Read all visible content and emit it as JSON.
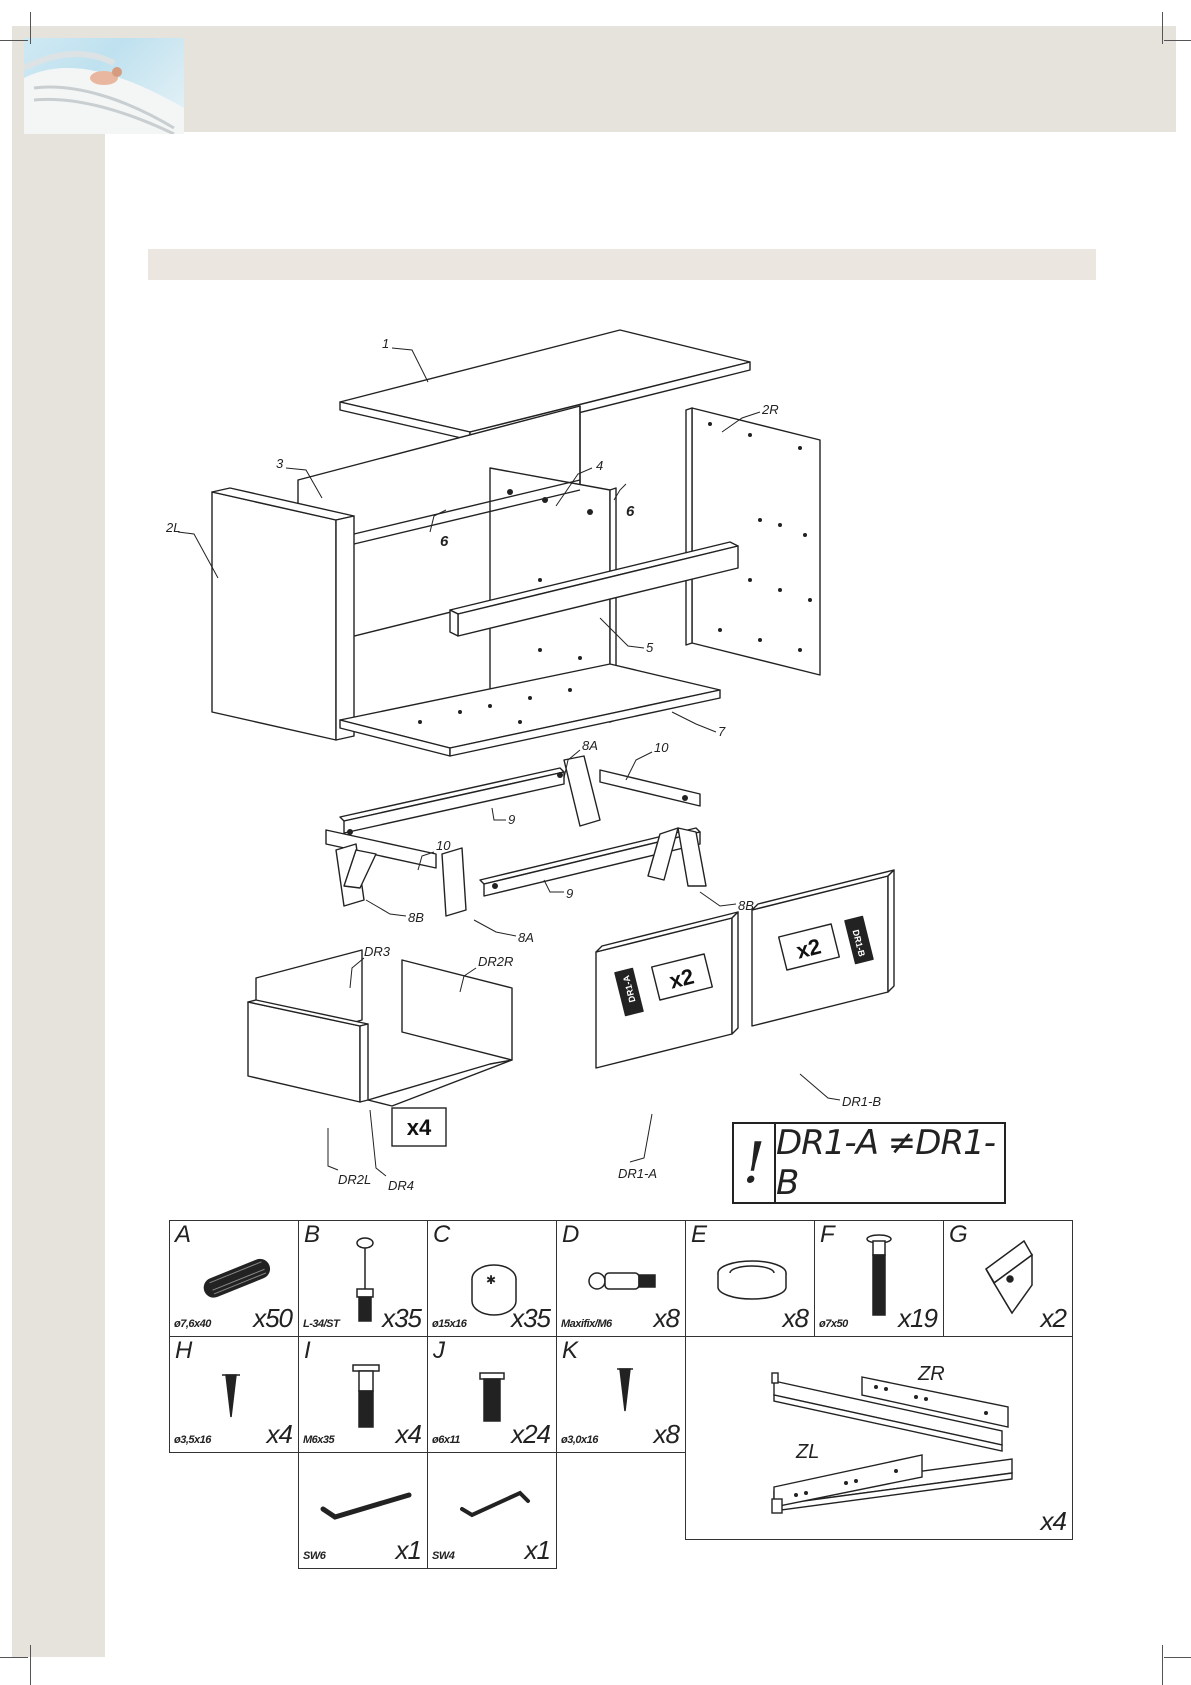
{
  "assembly": {
    "part_labels": [
      "1",
      "2R",
      "3",
      "4",
      "6",
      "6",
      "2L",
      "5",
      "7",
      "8A",
      "10",
      "9",
      "10",
      "8B",
      "9",
      "8B",
      "8A",
      "DR3",
      "DR2R",
      "DR2L",
      "DR4",
      "DR1-A",
      "DR1-B"
    ],
    "badges": [
      "x4",
      "x2",
      "x2"
    ],
    "panel_tags": [
      "DR1-A",
      "DR1-B"
    ]
  },
  "warning": {
    "mark": "!",
    "text": "DR1-A ≠DR1-B"
  },
  "hardware": [
    {
      "letter": "A",
      "spec": "ø7,6x40",
      "qty": "x50",
      "icon": "dowel-icon"
    },
    {
      "letter": "B",
      "spec": "L-34/ST",
      "qty": "x35",
      "icon": "connector-bolt-icon"
    },
    {
      "letter": "C",
      "spec": "ø15x16",
      "qty": "x35",
      "icon": "cam-lock-icon"
    },
    {
      "letter": "D",
      "spec": "Maxifix/M6",
      "qty": "x8",
      "icon": "maxifix-connector-icon"
    },
    {
      "letter": "E",
      "spec": "",
      "qty": "x8",
      "icon": "glide-icon"
    },
    {
      "letter": "F",
      "spec": "ø7x50",
      "qty": "x19",
      "icon": "confirmat-screw-icon"
    },
    {
      "letter": "G",
      "spec": "",
      "qty": "x2",
      "icon": "angle-bracket-icon"
    },
    {
      "letter": "H",
      "spec": "ø3,5x16",
      "qty": "x4",
      "icon": "wood-screw-icon"
    },
    {
      "letter": "I",
      "spec": "M6x35",
      "qty": "x4",
      "icon": "bolt-icon"
    },
    {
      "letter": "J",
      "spec": "ø6x11",
      "qty": "x24",
      "icon": "insert-screw-icon"
    },
    {
      "letter": "K",
      "spec": "ø3,0x16",
      "qty": "x8",
      "icon": "small-screw-icon"
    },
    {
      "letter": "",
      "spec": "SW6",
      "qty": "x1",
      "icon": "hex-key-icon"
    },
    {
      "letter": "",
      "spec": "SW4",
      "qty": "x1",
      "icon": "hex-key-small-icon"
    }
  ],
  "slides": {
    "label_right": "ZR",
    "label_left": "ZL",
    "qty": "x4"
  }
}
